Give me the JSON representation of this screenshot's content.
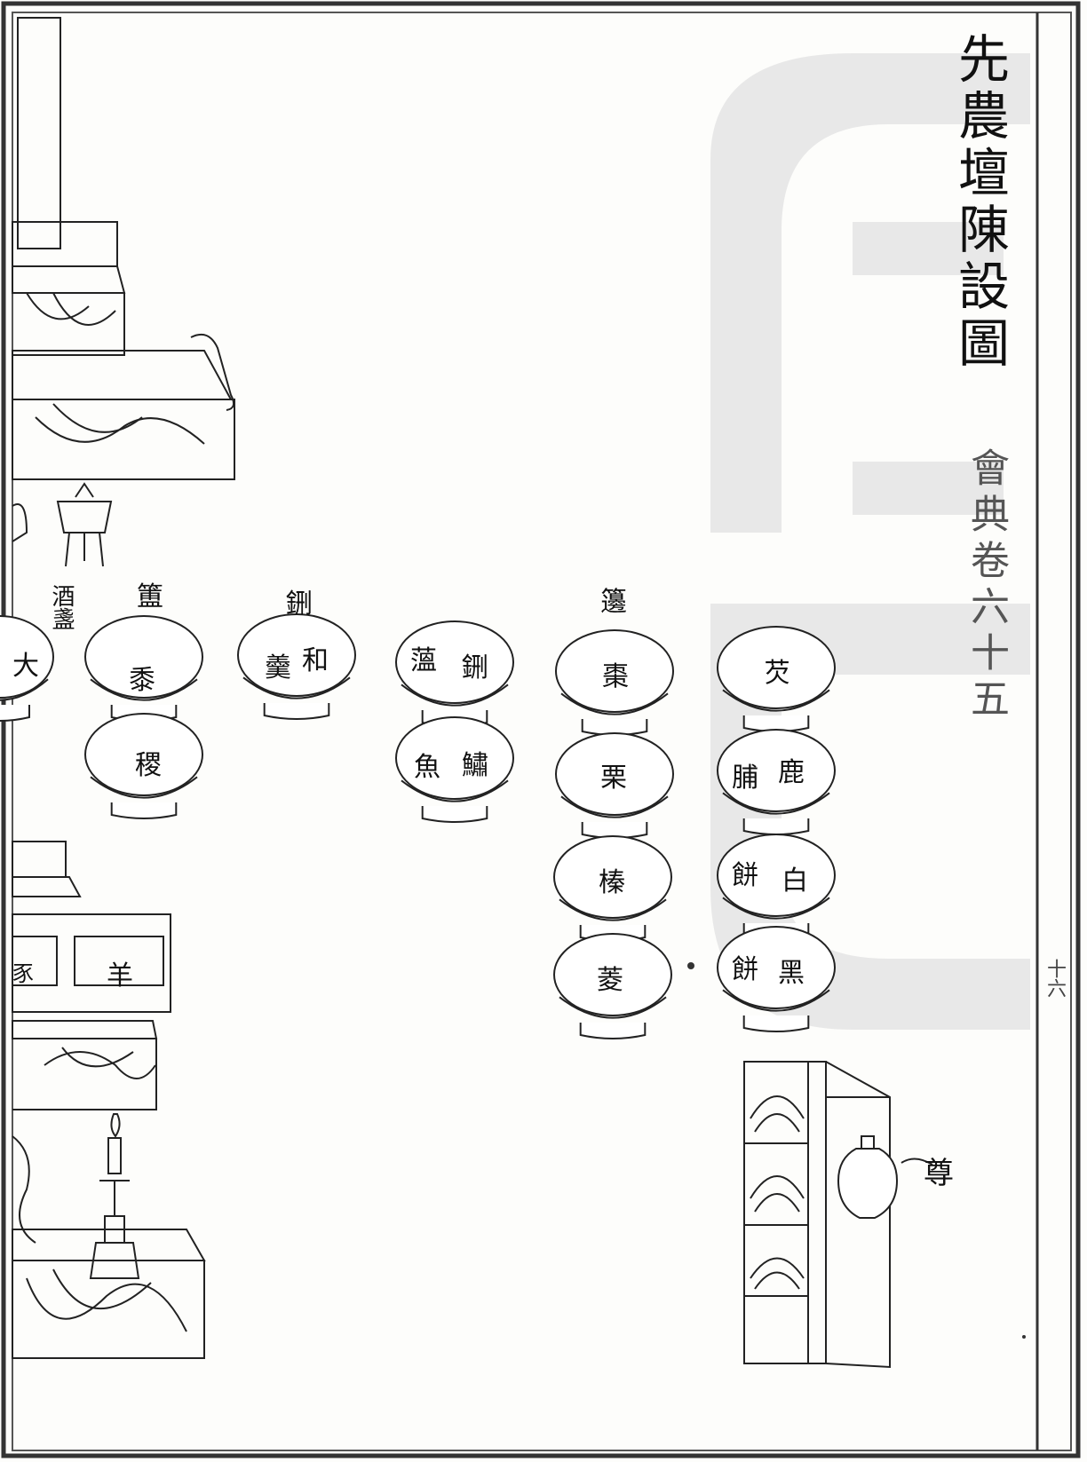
{
  "page": {
    "title": "先農壇陳設圖",
    "source_note": "會典卷六十五",
    "margin_note": "十六"
  },
  "row_labels": {
    "jue": "酒盞",
    "fu": "簠",
    "xing": "鉶",
    "dou": "籩"
  },
  "dishes": {
    "edge": "大",
    "fu_top": "黍",
    "fu_bottom": "稷",
    "xing": [
      "和",
      "羹"
    ],
    "dou_a1": [
      "鉶",
      "薀"
    ],
    "dou_a2": [
      "鱐",
      "魚"
    ],
    "dou_b": [
      "棗",
      "栗",
      "榛",
      "菱"
    ],
    "dou_c1": "芡",
    "dou_c2": [
      "鹿",
      "脯"
    ],
    "dou_c3": [
      "白",
      "餅"
    ],
    "dou_c4": [
      "黑",
      "餅"
    ]
  },
  "offerings": {
    "sheep": "羊",
    "edge_box": "豕"
  },
  "zun_label": "尊"
}
